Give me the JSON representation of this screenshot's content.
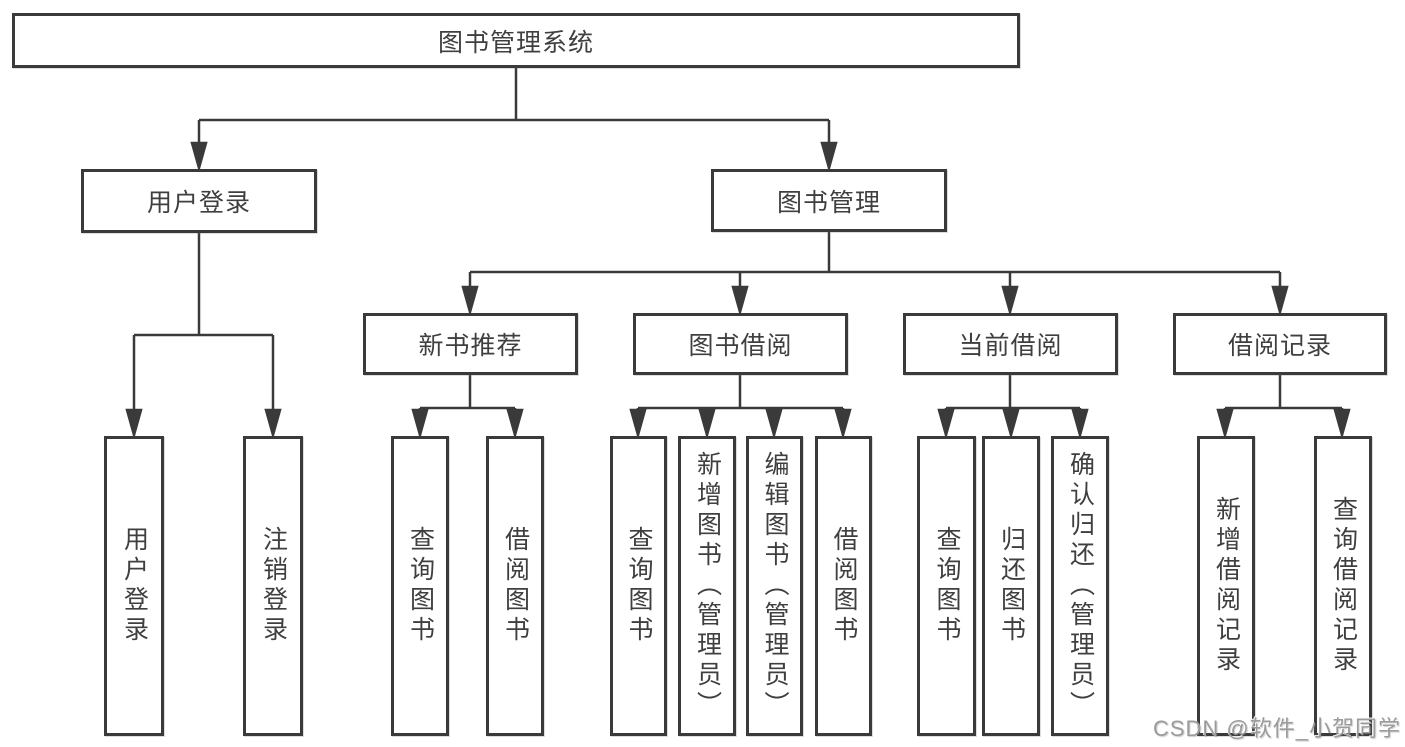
{
  "diagram_type": "hierarchy-tree",
  "tree": {
    "label": "图书管理系统",
    "children": [
      {
        "label": "用户登录",
        "children": [
          {
            "label": "用户登录"
          },
          {
            "label": "注销登录"
          }
        ]
      },
      {
        "label": "图书管理",
        "children": [
          {
            "label": "新书推荐",
            "children": [
              {
                "label": "查询图书"
              },
              {
                "label": "借阅图书"
              }
            ]
          },
          {
            "label": "图书借阅",
            "children": [
              {
                "label": "查询图书"
              },
              {
                "label": "新增图书（管理员）"
              },
              {
                "label": "编辑图书（管理员）"
              },
              {
                "label": "借阅图书"
              }
            ]
          },
          {
            "label": "当前借阅",
            "children": [
              {
                "label": "查询图书"
              },
              {
                "label": "归还图书"
              },
              {
                "label": "确认归还（管理员）"
              }
            ]
          },
          {
            "label": "借阅记录",
            "children": [
              {
                "label": "新增借阅记录"
              },
              {
                "label": "查询借阅记录"
              }
            ]
          }
        ]
      }
    ]
  },
  "watermark": "CSDN @软件_小贺同学",
  "colors": {
    "line": "#3a3a3a",
    "box_border": "#3a3a3a",
    "text": "#3f3f3f",
    "background": "#ffffff",
    "watermark": "#9b9b9b"
  }
}
